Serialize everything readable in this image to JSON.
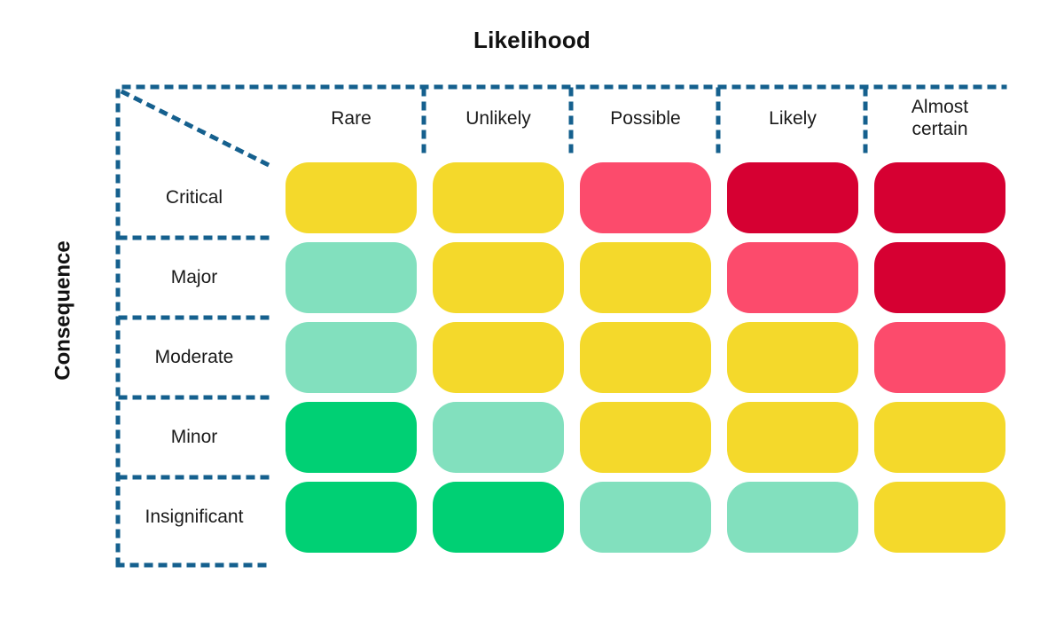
{
  "axes": {
    "x_title": "Likelihood",
    "y_title": "Consequence"
  },
  "palette": {
    "yellow": "#F4D92B",
    "light_green": "#82E0BE",
    "green": "#00D074",
    "pink": "#FC4B6C",
    "dark_red": "#D60032",
    "dotted_border": "#15608E",
    "text": "#1A1A1A",
    "background": "#FFFFFF"
  },
  "chart_data": {
    "type": "heatmap",
    "title": "Likelihood",
    "xlabel": "Likelihood",
    "ylabel": "Consequence",
    "legend_position": "none",
    "grid": true,
    "categories": [
      "Rare",
      "Unlikely",
      "Possible",
      "Likely",
      "Almost certain"
    ],
    "rows": [
      "Critical",
      "Major",
      "Moderate",
      "Minor",
      "Insignificant"
    ],
    "risk_levels": [
      "low",
      "moderate",
      "medium",
      "high",
      "extreme"
    ],
    "level_colors": {
      "low": "#00D074",
      "moderate": "#82E0BE",
      "medium": "#F4D92B",
      "high": "#FC4B6C",
      "extreme": "#D60032"
    },
    "cells": [
      {
        "row": "Critical",
        "values": [
          "medium",
          "medium",
          "high",
          "extreme",
          "extreme"
        ]
      },
      {
        "row": "Major",
        "values": [
          "moderate",
          "medium",
          "medium",
          "high",
          "extreme"
        ]
      },
      {
        "row": "Moderate",
        "values": [
          "moderate",
          "medium",
          "medium",
          "medium",
          "high"
        ]
      },
      {
        "row": "Minor",
        "values": [
          "low",
          "moderate",
          "medium",
          "medium",
          "medium"
        ]
      },
      {
        "row": "Insignificant",
        "values": [
          "low",
          "low",
          "moderate",
          "moderate",
          "medium"
        ]
      }
    ]
  },
  "columns": [
    {
      "label": "Rare"
    },
    {
      "label": "Unlikely"
    },
    {
      "label": "Possible"
    },
    {
      "label": "Likely"
    },
    {
      "label": "Almost\ncertain"
    }
  ],
  "rows": [
    {
      "label": "Critical"
    },
    {
      "label": "Major"
    },
    {
      "label": "Moderate"
    },
    {
      "label": "Minor"
    },
    {
      "label": "Insignificant"
    }
  ]
}
